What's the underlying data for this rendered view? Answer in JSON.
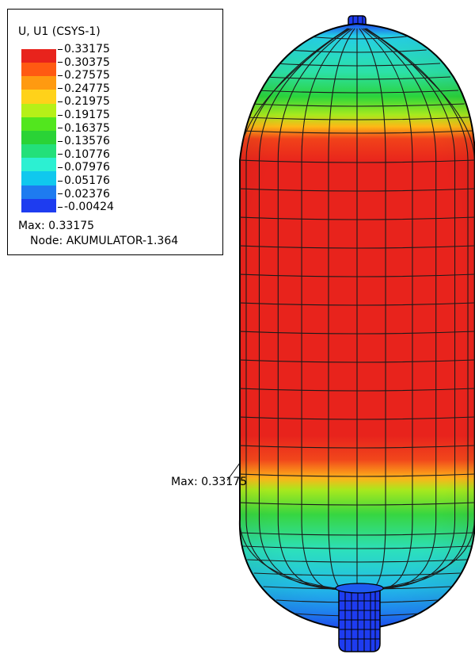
{
  "legend": {
    "title": "U, U1 (CSYS-1)",
    "colors": [
      "#e8231c",
      "#ff5a12",
      "#ff9a10",
      "#ffd21a",
      "#b6f018",
      "#52e61e",
      "#2ad336",
      "#23e07a",
      "#2cf0d2",
      "#10c8ee",
      "#1e7bf0",
      "#1e3cf0"
    ],
    "ticks": [
      "0.33175",
      "0.30375",
      "0.27575",
      "0.24775",
      "0.21975",
      "0.19175",
      "0.16375",
      "0.13576",
      "0.10776",
      "0.07976",
      "0.05176",
      "0.02376",
      "-0.00424"
    ],
    "max_text": "Max: 0.33175",
    "node_text": "Node: AKUMULATOR-1.364"
  },
  "annotation": {
    "text": "Max: 0.33175"
  },
  "model": {
    "name": "AKUMULATOR"
  }
}
